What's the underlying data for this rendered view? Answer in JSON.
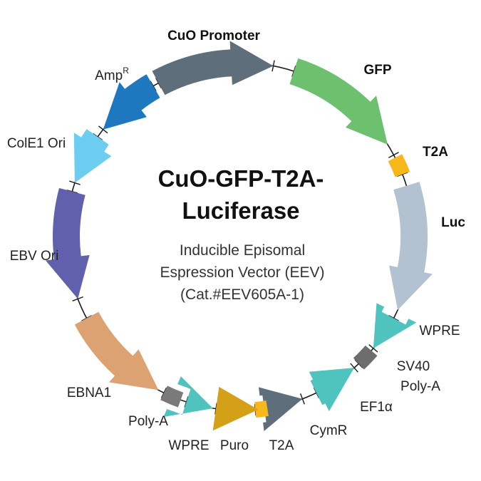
{
  "title": [
    "CuO-GFP-T2A-",
    "Luciferase"
  ],
  "subtitle": [
    "Inducible Episomal",
    "Espression Vector (EEV)",
    "(Cat.#EEV605A-1)"
  ],
  "features": [
    {
      "id": "cuo-promoter",
      "label": "CuO Promoter",
      "color": "#5E6E7B"
    },
    {
      "id": "gfp",
      "label": "GFP",
      "color": "#6CC06E"
    },
    {
      "id": "t2a-top",
      "label": "T2A",
      "color": "#F8B81C"
    },
    {
      "id": "luc",
      "label": "Luc",
      "color": "#B3C2D1"
    },
    {
      "id": "wpre-right",
      "label": "WPRE",
      "color": "#4FC3BE"
    },
    {
      "id": "sv40-polya",
      "label": [
        "SV40",
        "Poly-A"
      ],
      "color": "#6D6D6D"
    },
    {
      "id": "ef1a",
      "label": "EF1α",
      "color": "#4FC3BE"
    },
    {
      "id": "cymr",
      "label": "CymR",
      "color": "#5E6E7B"
    },
    {
      "id": "t2a-bottom",
      "label": "T2A",
      "color": "#F8B81C"
    },
    {
      "id": "puro",
      "label": "Puro",
      "color": "#D4A017"
    },
    {
      "id": "wpre-bottom",
      "label": "WPRE",
      "color": "#4FC3BE"
    },
    {
      "id": "polya",
      "label": "Poly-A",
      "color": "#7A7A7A"
    },
    {
      "id": "ebna1",
      "label": "EBNA1",
      "color": "#DDA272"
    },
    {
      "id": "ebv-ori",
      "label": "EBV Ori",
      "color": "#6160AC"
    },
    {
      "id": "cole1-ori",
      "label": "ColE1 Ori",
      "color": "#6CCDF0"
    },
    {
      "id": "ampr",
      "label": "Amp",
      "sup": "R",
      "color": "#1E78BF"
    }
  ]
}
